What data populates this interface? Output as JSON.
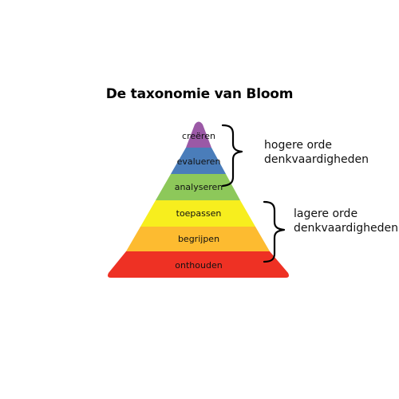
{
  "title": "De taxonomie van Bloom",
  "levels": [
    {
      "label": "creëren",
      "color": "#9B59A6"
    },
    {
      "label": "evalueren",
      "color": "#4A7DBA"
    },
    {
      "label": "analyseren",
      "color": "#8DC85A"
    },
    {
      "label": "toepassen",
      "color": "#F7EE1E"
    },
    {
      "label": "begrijpen",
      "color": "#FDBB30"
    },
    {
      "label": "onthouden",
      "color": "#EE3124"
    }
  ],
  "groups": [
    {
      "line1": "hogere orde",
      "line2": "denkvaardigheden"
    },
    {
      "line1": "lagere orde",
      "line2": "denkvaardigheden"
    }
  ]
}
